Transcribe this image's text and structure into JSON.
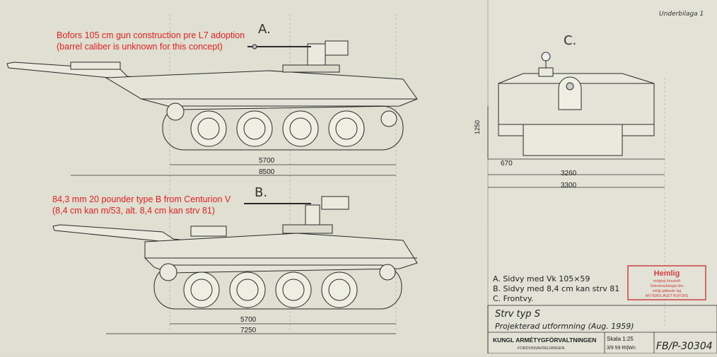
{
  "annotations": {
    "a_line1": "Bofors 105 cm gun construction pre L7 adoption",
    "a_line2": "(barrel caliber is unknown for this concept)",
    "b_line1": "84,3 mm 20 pounder type B from Centurion V",
    "b_line2": "(8,4 cm kan m/53, alt. 8,4 cm kan strv 81)"
  },
  "drawing": {
    "corner_label": "Underbilaga 1",
    "view_a_label": "A.",
    "view_b_label": "B.",
    "view_c_label": "C.",
    "dims_a": [
      "5700",
      "8500"
    ],
    "dims_b": [
      "5700",
      "7250"
    ],
    "dims_c": [
      "670",
      "3260",
      "3300"
    ],
    "dims_c_height": "1250",
    "legend": [
      "A. Sidvy med Vk 105×59",
      "B. Sidvy med 8,4 cm kan strv 81",
      "C. Frontvy."
    ],
    "stamp": {
      "title": "Hemlig",
      "lines": [
        "enlighet föreskrift",
        "Sekretessbelagd den",
        "enligt gällande lag",
        "AKTIEBOLAGET BOFORS"
      ]
    },
    "title_block": {
      "title": "Strv typ S",
      "subtitle": "Projekterad utformning (Aug. 1959)",
      "org": "KUNGL ARMÉTYGFÖRVALTNINGEN",
      "org_sub": "FORDONSAVDELNINGEN",
      "scale_label": "Skala 1:25",
      "date": "3/9 59 Rt|Wn",
      "drawing_no": "FB/P-30304"
    }
  }
}
